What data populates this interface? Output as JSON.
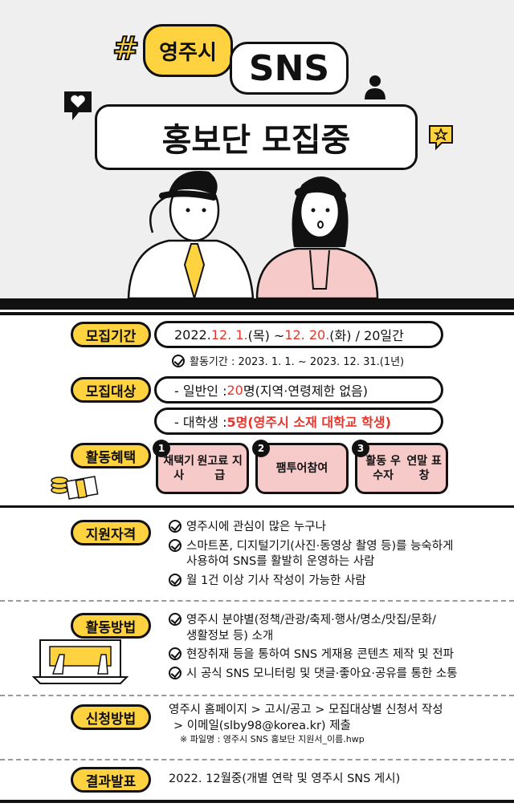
{
  "header": {
    "hash": "#",
    "city": "영주시",
    "sns": "SNS",
    "title": "홍보단 모집중"
  },
  "recruit_period": {
    "label": "모집기간",
    "text_pre": "2022. ",
    "start_red": "12. 1.",
    "mid": "(목) ~ ",
    "end_red": "12. 20.",
    "text_post": "(화) / 20일간",
    "activity": "활동기간 : 2023. 1. 1. ~ 2023. 12. 31.(1년)"
  },
  "recruit_target": {
    "label": "모집대상",
    "general_pre": "- 일반인 : ",
    "general_num": "20",
    "general_post": "명(지역·연령제한 없음)",
    "student_pre": "- 대학생 :   ",
    "student_red": "5명(영주시 소재 대학교 학생)"
  },
  "benefits": {
    "label": "활동혜택",
    "items": [
      {
        "num": "1",
        "line1": "채택기사",
        "line2": "원고료 지급"
      },
      {
        "num": "2",
        "line1": "팸투어",
        "line2": "참여"
      },
      {
        "num": "3",
        "line1": "활동 우수자",
        "line2": "연말 표창"
      }
    ]
  },
  "qualification": {
    "label": "지원자격",
    "items": [
      "영주시에 관심이 많은 누구나",
      "스마트폰, 디지털기기(사진·동영상 촬영 등)를 능숙하게",
      "사용하여 SNS를 활발히 운영하는 사람",
      "월 1건 이상 기사 작성이 가능한 사람"
    ]
  },
  "method": {
    "label": "활동방법",
    "items": [
      "영주시 분야별(정책/관광/축제·행사/명소/맛집/문화/",
      "생활정보 등) 소개",
      "현장취재 등을 통하여 SNS 게재용 콘텐츠 제작 및 전파",
      "시 공식 SNS 모니터링 및 댓글·좋아요·공유를 통한 소통"
    ]
  },
  "apply": {
    "label": "신청방법",
    "line1": "영주시 홈페이지 > 고시/공고 > 모집대상별 신청서 작성",
    "line2": "> 이메일(slby98@korea.kr) 제출",
    "note": "※ 파일명 : 영주시 SNS 홍보단 지원서_이름.hwp"
  },
  "result": {
    "label": "결과발표",
    "text": "2022. 12월중(개별 연락 및 영주시 SNS 게시)"
  },
  "colors": {
    "accent": "#ffd23f",
    "red": "#e6362c",
    "pink": "#f7caca"
  }
}
